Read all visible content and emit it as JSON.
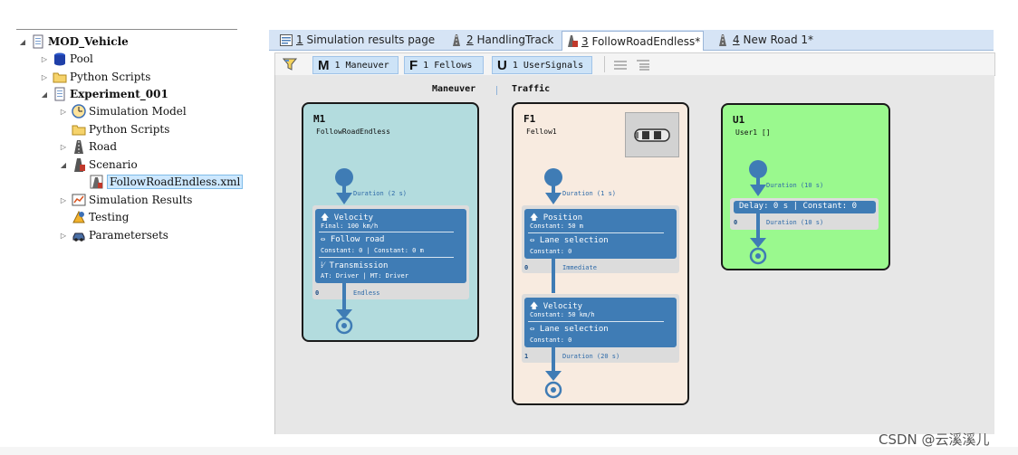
{
  "tree": {
    "items": [
      {
        "label": "MOD_Vehicle",
        "toggle": "◢",
        "icon": "document-icon",
        "bold": true
      },
      {
        "label": "Pool",
        "toggle": "▷",
        "icon": "database-icon"
      },
      {
        "label": "Python Scripts",
        "toggle": "▷",
        "icon": "folder-icon"
      },
      {
        "label": "Experiment_001",
        "toggle": "◢",
        "icon": "document-icon",
        "bold": true
      },
      {
        "label": "Simulation Model",
        "toggle": "▷",
        "icon": "clock-icon"
      },
      {
        "label": "Python Scripts",
        "toggle": "",
        "icon": "folder-icon"
      },
      {
        "label": "Road",
        "toggle": "▷",
        "icon": "road-icon"
      },
      {
        "label": "Scenario",
        "toggle": "◢",
        "icon": "scenario-icon"
      },
      {
        "label": "FollowRoadEndless.xml",
        "toggle": "",
        "icon": "scenario-file-icon",
        "selected": true
      },
      {
        "label": "Simulation Results",
        "toggle": "▷",
        "icon": "results-icon"
      },
      {
        "label": "Testing",
        "toggle": "",
        "icon": "testing-icon"
      },
      {
        "label": "Parametersets",
        "toggle": "▷",
        "icon": "car-icon"
      }
    ]
  },
  "tabs": [
    {
      "num": "1",
      "label": "Simulation results page",
      "icon": "results-tab-icon"
    },
    {
      "num": "2",
      "label": "HandlingTrack",
      "icon": "road-tab-icon"
    },
    {
      "num": "3",
      "label": "FollowRoadEndless*",
      "icon": "scenario-tab-icon",
      "active": true
    },
    {
      "num": "4",
      "label": "New Road 1*",
      "icon": "road-tab-icon"
    }
  ],
  "toolbar": {
    "filter_icon": "filter-icon",
    "maneuver": {
      "letter": "M",
      "label": "1 Maneuver"
    },
    "fellows": {
      "letter": "F",
      "label": "1 Fellows"
    },
    "usersignals": {
      "letter": "U",
      "label": "1 UserSignals"
    },
    "list_icon": "list-icon",
    "detail_icon": "detail-list-icon"
  },
  "canvas": {
    "maneuver_title": "Maneuver",
    "traffic_title": "Traffic",
    "m1": {
      "id": "M1",
      "name": "FollowRoadEndless",
      "color": "#b3dcde",
      "duration": "Duration (2 s)",
      "velocity": {
        "title": "Velocity",
        "sub": "Final: 100 km/h"
      },
      "follow": {
        "title": "Follow road",
        "sub": "Constant: 0  | Constant: 0 m"
      },
      "transmission": {
        "title": "Transmission",
        "sub": "AT: Driver | MT: Driver"
      },
      "end_num": "0",
      "end_label": "Endless"
    },
    "f1": {
      "id": "F1",
      "name": "Fellow1",
      "color": "#f8ebe0",
      "duration1": "Duration (1 s)",
      "position": {
        "title": "Position",
        "sub": "Constant: 50 m"
      },
      "lane1": {
        "title": "Lane selection",
        "sub": "Constant: 0"
      },
      "num1": "0",
      "immediate": "Immediate",
      "velocity": {
        "title": "Velocity",
        "sub": "Constant: 50 km/h"
      },
      "lane2": {
        "title": "Lane selection",
        "sub": "Constant: 0"
      },
      "num2": "1",
      "duration2": "Duration (20 s)"
    },
    "u1": {
      "id": "U1",
      "name": "User1 []",
      "color": "#9af98e",
      "duration1": "Duration (10 s)",
      "delay": "Delay: 0 s | Constant: 0",
      "num": "0",
      "duration2": "Duration (10 s)"
    }
  },
  "watermark": "CSDN @云溪溪儿"
}
